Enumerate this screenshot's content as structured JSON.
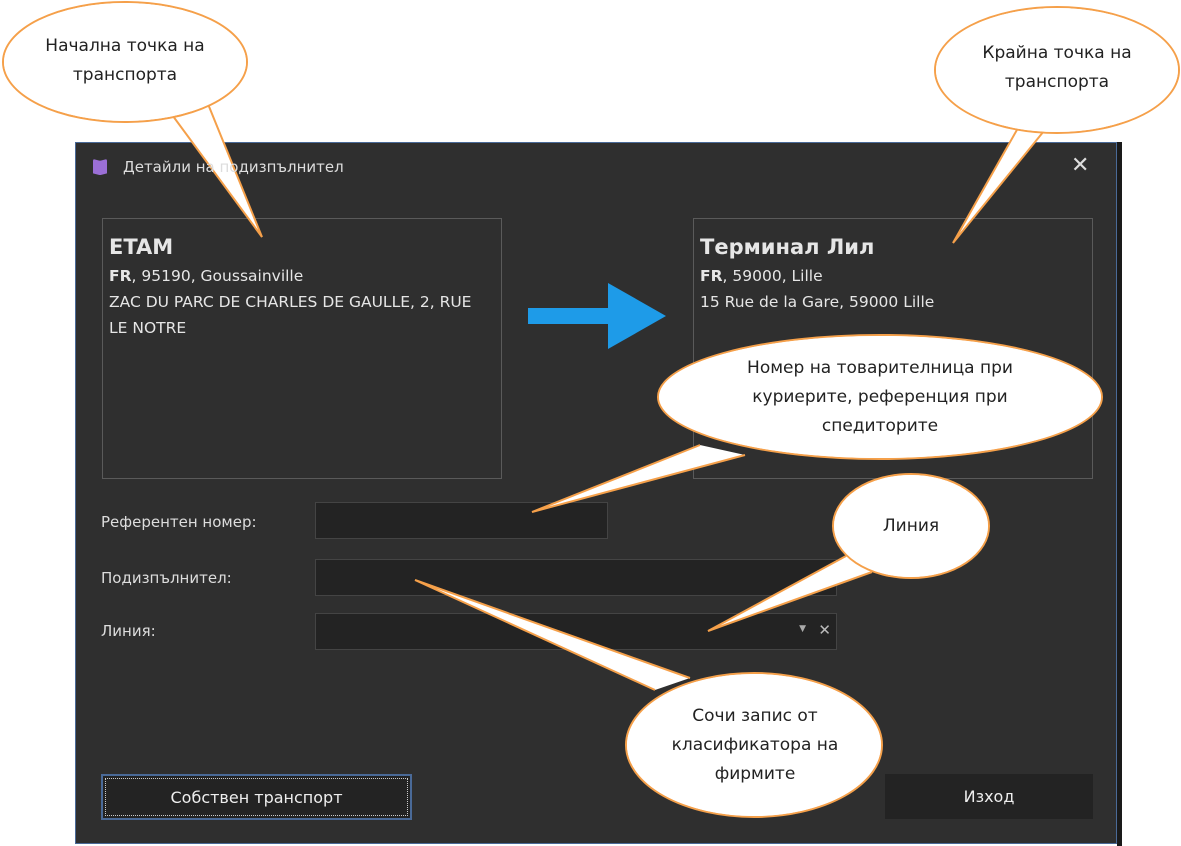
{
  "window": {
    "title": "Детайли на подизпълнител",
    "close_icon": "close-icon"
  },
  "origin": {
    "name": "ETAM",
    "country": "FR",
    "city_line": ", 95190, Goussainville",
    "street": "ZAC DU PARC DE CHARLES DE GAULLE, 2, RUE LE NOTRE"
  },
  "destination": {
    "name": "Терминал Лил",
    "country": "FR",
    "city_line": ", 59000, Lille",
    "street": "15 Rue de la Gare, 59000 Lille"
  },
  "form": {
    "reference_label": "Референтен номер:",
    "reference_value": "",
    "subcontractor_label": "Подизпълнител:",
    "subcontractor_value": "",
    "line_label": "Линия:",
    "line_value": ""
  },
  "buttons": {
    "own_transport": "Собствен транспорт",
    "exit": "Изход"
  },
  "callouts": {
    "start": "Начална точка на транспорта",
    "end": "Крайна точка на транспорта",
    "reference": "Номер на товарителница при куриерите, референция при спедиторите",
    "line": "Линия",
    "subcontractor": "Сочи запис от класификатора на фирмите"
  },
  "colors": {
    "arrow": "#1e9be8",
    "callout_border": "#f5a04a",
    "dialog_bg": "#2f2f2f"
  }
}
